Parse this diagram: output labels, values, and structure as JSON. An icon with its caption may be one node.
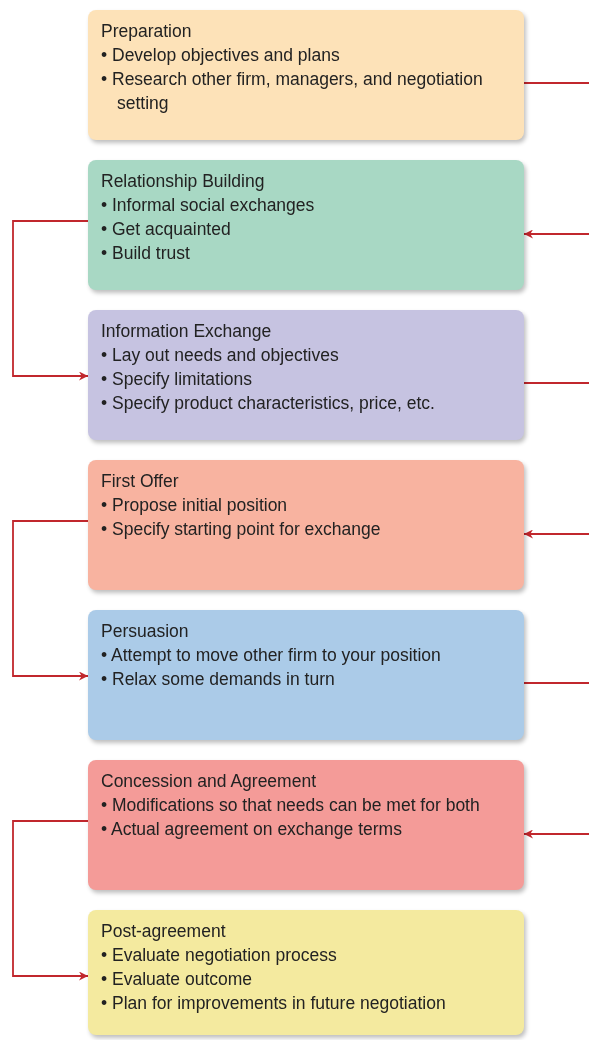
{
  "diagram": {
    "nodes": [
      {
        "text": [
          "Preparation",
          "• Develop objectives and plans",
          "• Research other firm, managers, and negotiation setting"
        ]
      },
      {
        "text": [
          "Relationship Building",
          "• Informal social exchanges",
          "• Get acquainted",
          "• Build trust"
        ]
      },
      {
        "text": [
          "Information Exchange",
          "• Lay out needs and objectives",
          "• Specify limitations",
          "• Specify product characteristics, price, etc."
        ]
      },
      {
        "text": [
          "First Offer",
          "• Propose initial position",
          "• Specify starting point for exchange"
        ]
      },
      {
        "text": [
          "Persuasion",
          "• Attempt to move other firm to your position",
          "• Relax some demands in turn"
        ]
      },
      {
        "text": [
          "Concession and Agreement",
          "• Modifications so that needs can be met for both",
          "• Actual agreement on exchange terms"
        ]
      },
      {
        "text": [
          "Post-agreement",
          "• Evaluate negotiation process",
          "• Evaluate outcome",
          "• Plan for improvements in future negotiation"
        ]
      }
    ],
    "edges": [
      {
        "from": 0,
        "to": null,
        "arrow": "none"
      },
      {
        "from": null,
        "to": 1,
        "arrow": "to"
      },
      {
        "from": 1,
        "to": 2,
        "arrow": "to"
      },
      {
        "from": 2,
        "to": null,
        "arrow": "none"
      },
      {
        "from": null,
        "to": 3,
        "arrow": "to"
      },
      {
        "from": 3,
        "to": 4,
        "arrow": "to"
      },
      {
        "from": 4,
        "to": null,
        "arrow": "none"
      },
      {
        "from": null,
        "to": 5,
        "arrow": "to"
      },
      {
        "from": 5,
        "to": 6,
        "arrow": "to"
      }
    ]
  }
}
